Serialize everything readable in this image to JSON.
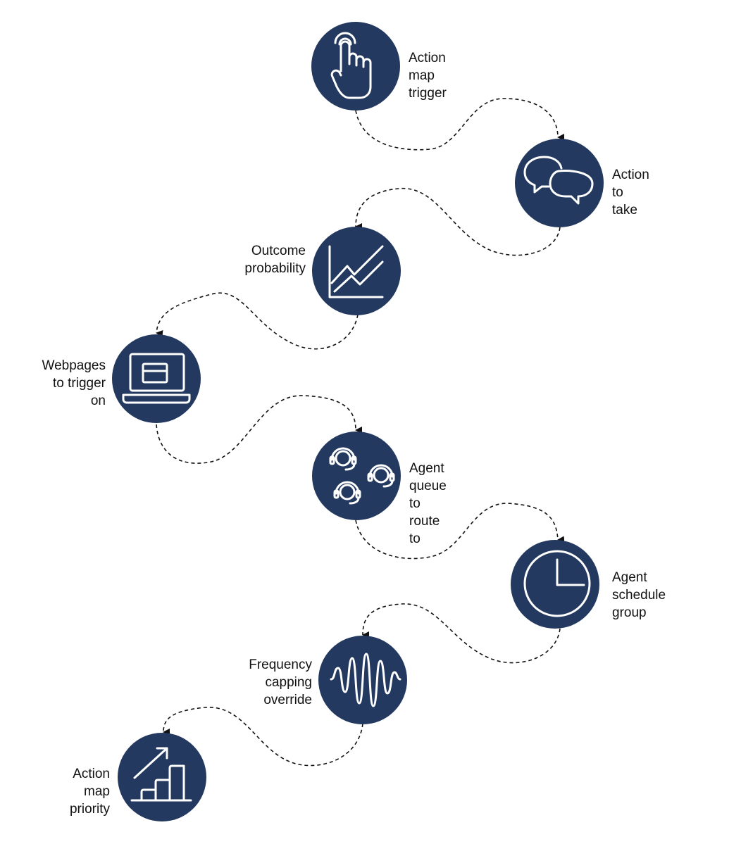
{
  "colors": {
    "node_fill": "#24395f",
    "icon_stroke": "#ffffff",
    "connector": "#111111",
    "label_text": "#111111"
  },
  "steps": [
    {
      "label": "Action map trigger",
      "icon": "hand-pointer-icon"
    },
    {
      "label": "Action to take",
      "icon": "chat-bubbles-icon"
    },
    {
      "label": "Outcome\nprobability",
      "icon": "line-chart-icon"
    },
    {
      "label": "Webpages\nto trigger on",
      "icon": "laptop-icon"
    },
    {
      "label": "Agent queue to\nroute to",
      "icon": "headset-agents-icon"
    },
    {
      "label": "Agent schedule\ngroup",
      "icon": "clock-icon"
    },
    {
      "label": "Frequency capping\noverride",
      "icon": "sound-wave-icon"
    },
    {
      "label": "Action map\npriority",
      "icon": "priority-steps-icon"
    }
  ]
}
